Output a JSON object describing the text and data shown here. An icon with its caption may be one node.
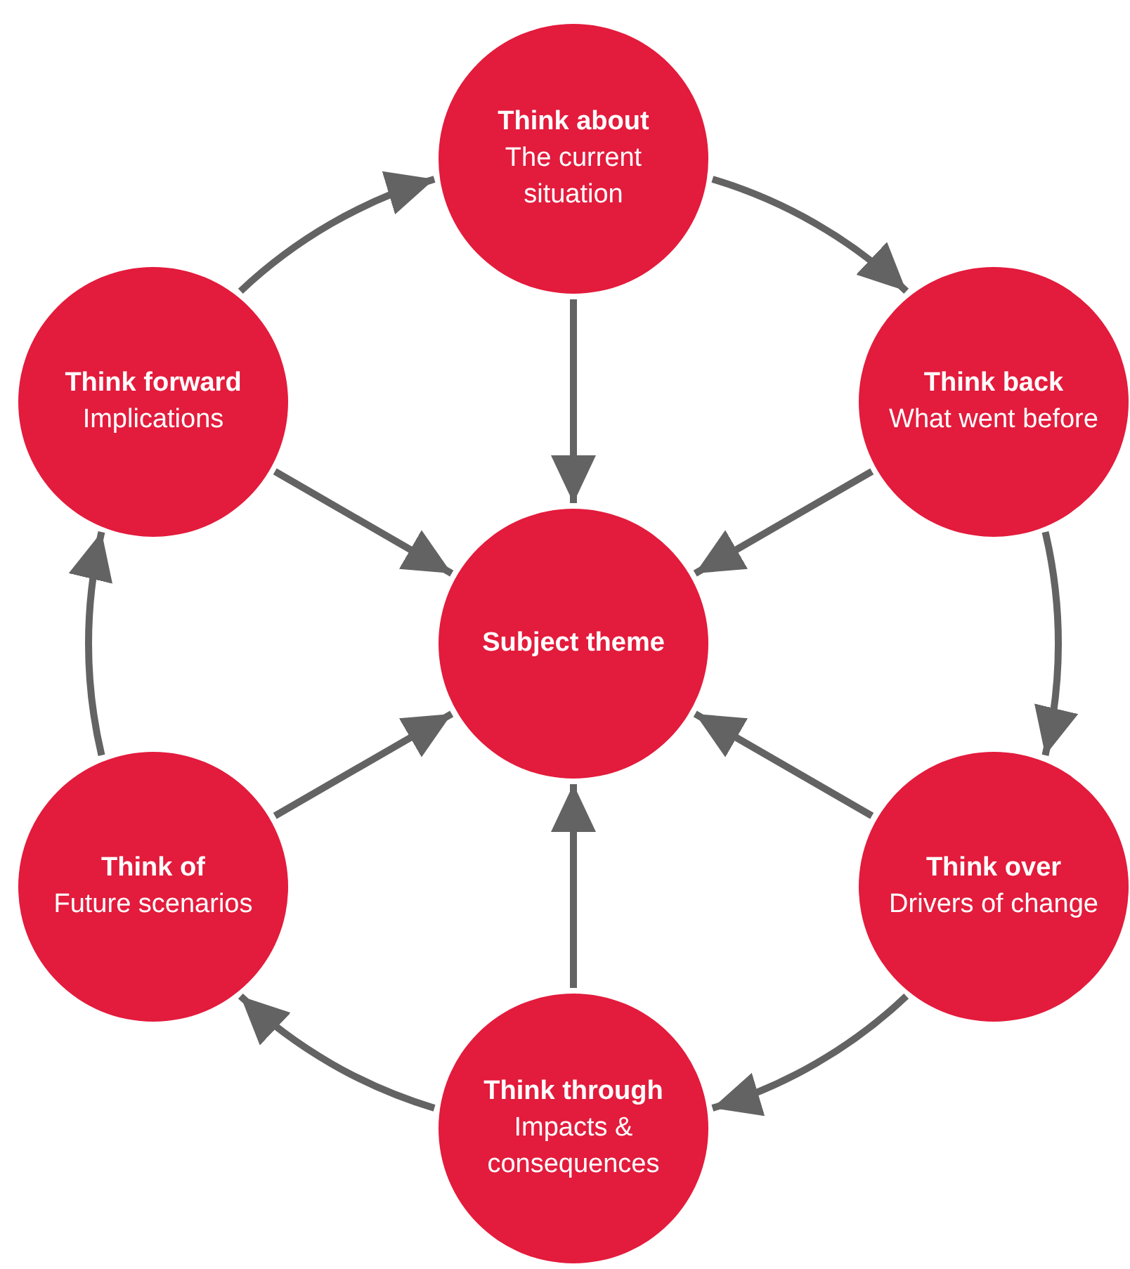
{
  "diagram": {
    "nodes": [
      {
        "text": [
          "Think about",
          "The current situation"
        ]
      },
      {
        "text": [
          "Think forward",
          "Implications"
        ]
      },
      {
        "text": [
          "Think back",
          "What went before"
        ]
      },
      {
        "text": [
          "Subject theme"
        ]
      },
      {
        "text": [
          "Think of",
          "Future scenarios"
        ]
      },
      {
        "text": [
          "Think over",
          "Drivers of change"
        ]
      },
      {
        "text": [
          "Think through",
          "Impacts & consequences"
        ]
      }
    ],
    "edges": [
      {
        "from": 0,
        "to": 2,
        "arrow": "to"
      },
      {
        "from": 2,
        "to": 5,
        "arrow": "to"
      },
      {
        "from": 5,
        "to": 6,
        "arrow": "to"
      },
      {
        "from": 6,
        "to": 4,
        "arrow": "to"
      },
      {
        "from": 4,
        "to": 1,
        "arrow": "to"
      },
      {
        "from": 1,
        "to": 0,
        "arrow": "to"
      },
      {
        "from": 0,
        "to": 3,
        "arrow": "to"
      },
      {
        "from": 1,
        "to": 3,
        "arrow": "to"
      },
      {
        "from": 2,
        "to": 3,
        "arrow": "to"
      },
      {
        "from": 4,
        "to": 3,
        "arrow": "to"
      },
      {
        "from": 5,
        "to": 3,
        "arrow": "to"
      },
      {
        "from": 6,
        "to": 3,
        "arrow": "to"
      }
    ]
  }
}
